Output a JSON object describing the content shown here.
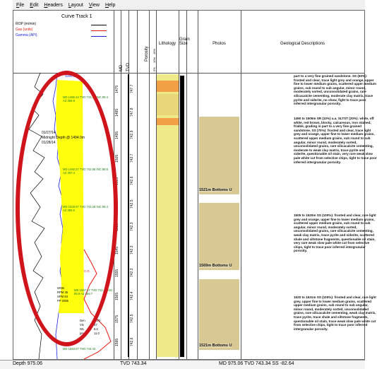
{
  "menu": {
    "items": [
      "File",
      "Edit",
      "Headers",
      "Layout",
      "View",
      "Help"
    ]
  },
  "track": {
    "title": "Curve Track 1",
    "legend": [
      {
        "label": "ROP (m/min)",
        "color": "#000000"
      },
      {
        "label": "Gas (units)",
        "color": "#e8140c"
      },
      {
        "label": "Gamma (API)",
        "color": "#1a22d8"
      }
    ]
  },
  "columns": {
    "md": "MD",
    "tvd": "TVD",
    "porosity": "Porosity",
    "lithology": "Lithology",
    "grain_size": "Grain Size",
    "photos": "Photos",
    "descriptions": "Geological Descriptions",
    "poro_scale": [
      "5%",
      "10%",
      "15%",
      "20%"
    ]
  },
  "depth_ticks": [
    {
      "md": "1475",
      "tvd": "747.7"
    },
    {
      "md": "1485",
      "tvd": "747.8"
    },
    {
      "md": "1495",
      "tvd": "742.9"
    },
    {
      "md": "1505",
      "tvd": "742.7"
    },
    {
      "md": "1515",
      "tvd": "742.6"
    },
    {
      "md": "1525",
      "tvd": "742.5"
    },
    {
      "md": "1535",
      "tvd": "742.3"
    },
    {
      "md": "1545",
      "tvd": "742.3"
    },
    {
      "md": "1555",
      "tvd": "742.3"
    },
    {
      "md": "1565",
      "tvd": "742.4"
    },
    {
      "md": "1575",
      "tvd": "742.5"
    },
    {
      "md": "1595",
      "tvd": "742.6"
    }
  ],
  "curve_notes": {
    "gamma": "Gamma",
    "sv1": "MD 1456.34 TVD 743.13 INC 89.4 AZ 359.9",
    "midnight_dates": [
      "01/27/14",
      "01/28/14"
    ],
    "midnight": "Midnight Depth @ 1494.0m",
    "sv2": "MD 1492.37 TVD 742.86 INC 89.8 AZ 357.4",
    "sv3": "MD 1528.97 TVD 743.28 INC 89.4 AZ 359.5",
    "cg": "C.G.",
    "wob": "WOB",
    "wob_vals": [
      "RPM 45",
      "SPM 93",
      "PP 2055"
    ],
    "sv4": "MD 1567.17 TVD 743.46 INC 89.9 AZ 359.7",
    "mud_labels": [
      "Den",
      "Vis",
      "WL",
      "pH"
    ],
    "mud_vals": [
      "1070",
      "47",
      "6.0",
      "11.0"
    ],
    "sv5": "MD 1583.07 TVD 744.43"
  },
  "photos": [
    {
      "caption": "1521m Bottoms U"
    },
    {
      "caption": "1569m Bottoms U"
    },
    {
      "caption": "1521m Bottoms U"
    }
  ],
  "descriptions": [
    "part to a very fine grained sandstone. SS (60%): frosted and clear, trace light grey and orange, upper fine to lower medium grains, scattered upper medium grains, sub round to sub angular, minor round, moderately sorted, unconsolidated grains, rare silicacalcite cementing, moderate clay matrix, trace pyrite and siderite, no show, fight to trace poor inferred intergranular porosity.",
    "1490 to 1505m SR (10%) a.a. SLTST (20%): white, off white, red brown, blocky, calcareous, iron stained, friable, grading in part to a very fine grained sandstone. SS (70%): frosted and clear, trace light grey and orange, upper fine to lower medium grains, scattered upper medium grains, sub round to sub angular, minor round, moderately sorted, unconsolidated grains, rare silicacalcite cementing, moderate to weak clay matrix, trace pyrite and siderite, questionable oil stain, very rare weak slow pale white cut from selective chips, tight to trace poor inferred intergranular porosity.",
    "1505 to 1520m SS (100%): frosted and clear, rare light grey and orange, upper fine to lower medium grains, scattered upper medium grains, sub round to sub angular, minor round, moderately sorted, unconsolidated grains, rare silicacalcite cementing, weak clay matrix, trace pyrite and siderite, scattered shale and siltstone fragments, questionable oil stain, very rare weak slow pale white cut from selective chips, tight to trace poor inferred intergranular porosity.",
    "1520 to 1531m SS (100%): frosted and clear, rare light grey, upper fine to lower medium grains, scattered upper medium grains, sub round to sub angular, minor round, moderately sorted, unconsolidated grains, rare silicacalcite cementing, weak clay matrix, trace pyrite, trace shale and siltstone fragments, questionable oil stain, trace weak slow pale white cut from selective chips, tight to trace poor inferred intergranular porosity."
  ],
  "status": {
    "depth": "Depth 975.06",
    "tvd": "TVD 743.34",
    "md": "MD 975.06 TVD 743.34 SS -82.64"
  }
}
